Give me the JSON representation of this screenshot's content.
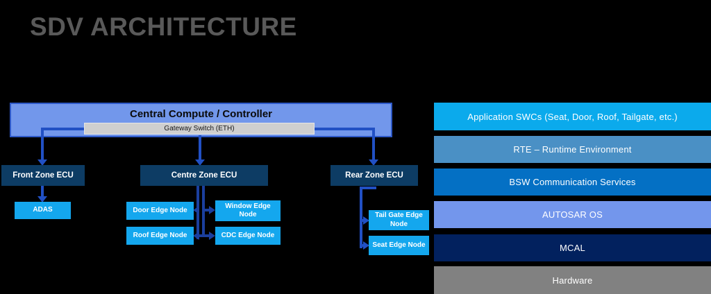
{
  "title": "SDV ARCHITECTURE",
  "colors": {
    "background": "#000000",
    "title_text": "#595959",
    "central_fill": "#7297EB",
    "central_border": "#2E59C8",
    "gateway_fill": "#CFCFCF",
    "zone_fill": "#0D3C64",
    "node_fill": "#14A7EE",
    "connector": "#2150C4",
    "connector_dark": "#1B3F9E"
  },
  "diagram": {
    "central_label": "Central Compute / Controller",
    "gateway_label": "Gateway Switch (ETH)",
    "zones": [
      {
        "id": "front",
        "label": "Front Zone ECU"
      },
      {
        "id": "centre",
        "label": "Centre Zone ECU"
      },
      {
        "id": "rear",
        "label": "Rear Zone ECU"
      }
    ],
    "nodes": [
      {
        "id": "adas",
        "label": "ADAS"
      },
      {
        "id": "door",
        "label": "Door Edge Node"
      },
      {
        "id": "window",
        "label": "Window Edge Node"
      },
      {
        "id": "roof",
        "label": "Roof Edge Node"
      },
      {
        "id": "cdc",
        "label": "CDC Edge Node"
      },
      {
        "id": "tailgate",
        "label": "Tail Gate Edge Node"
      },
      {
        "id": "seat",
        "label": "Seat Edge Node"
      }
    ]
  },
  "stack": {
    "layers": [
      {
        "label": "Application SWCs (Seat, Door, Roof, Tailgate, etc.)",
        "color": "#0BAAEC"
      },
      {
        "label": "RTE – Runtime Environment",
        "color": "#4A90C5"
      },
      {
        "label": "BSW Communication Services",
        "color": "#0470C4"
      },
      {
        "label": "AUTOSAR OS",
        "color": "#7396EC"
      },
      {
        "label": "MCAL",
        "color": "#02215E"
      },
      {
        "label": "Hardware",
        "color": "#818181"
      }
    ]
  }
}
